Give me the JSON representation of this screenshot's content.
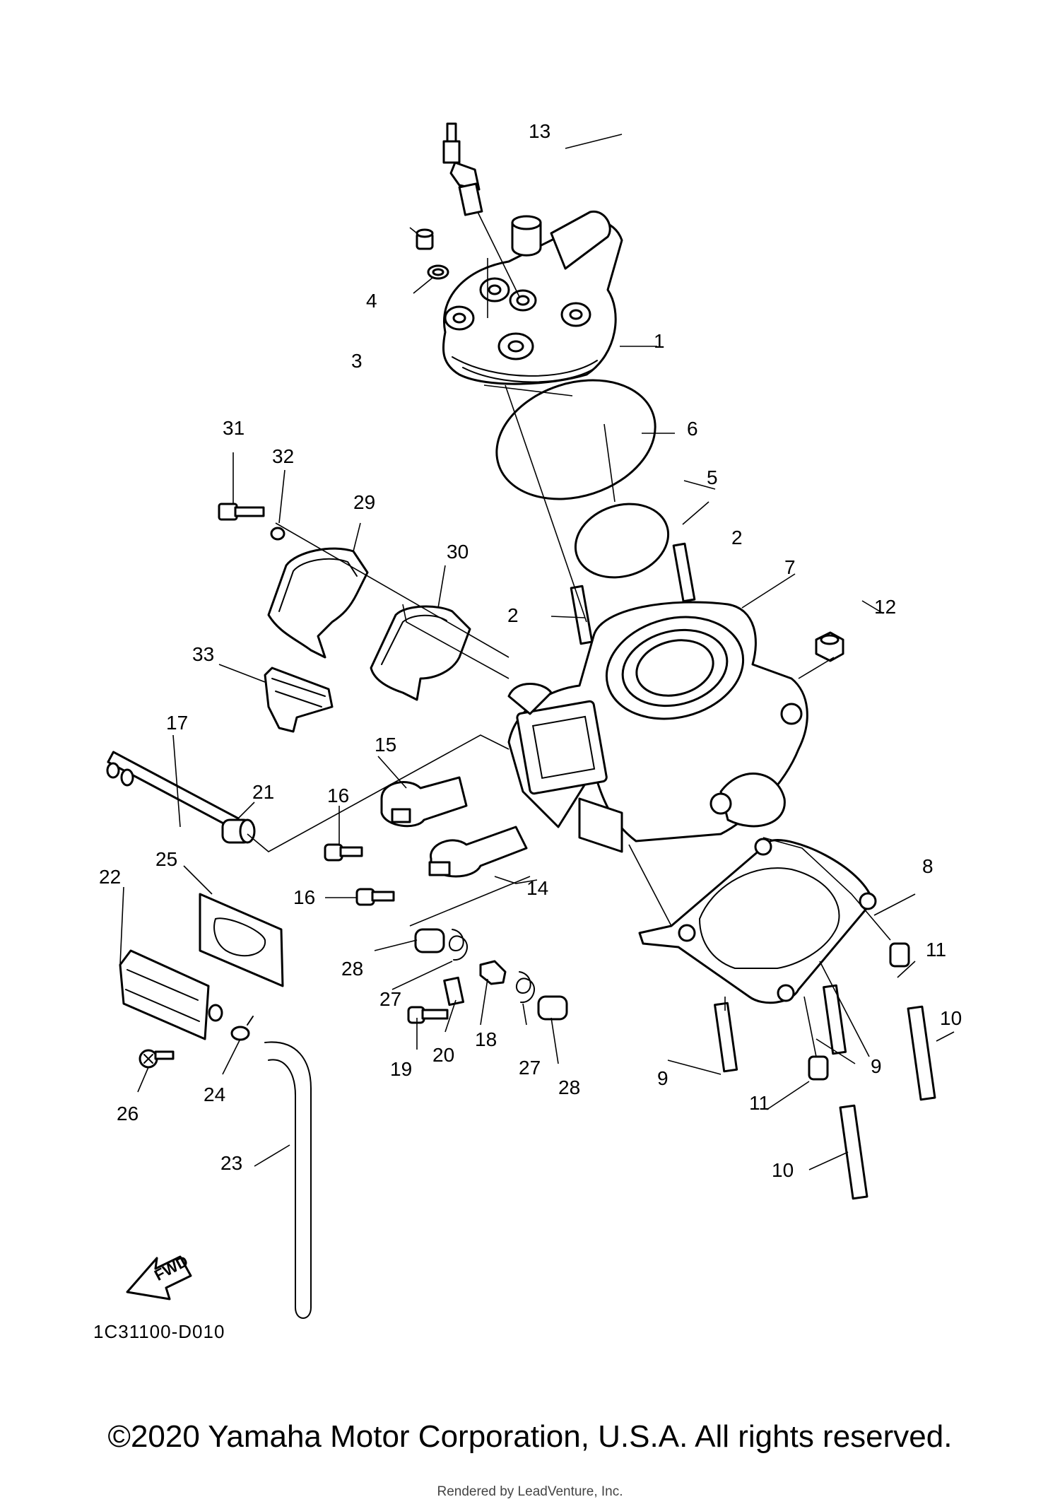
{
  "diagram": {
    "callouts": [
      "1",
      "2",
      "2",
      "3",
      "4",
      "5",
      "6",
      "7",
      "8",
      "9",
      "9",
      "10",
      "10",
      "11",
      "11",
      "12",
      "13",
      "14",
      "15",
      "16",
      "16",
      "17",
      "18",
      "19",
      "20",
      "21",
      "22",
      "23",
      "24",
      "25",
      "26",
      "27",
      "27",
      "28",
      "28",
      "29",
      "30",
      "31",
      "32",
      "33"
    ],
    "part_code": "1C31100-D010",
    "fwd_label": "FWD"
  },
  "footer": {
    "copyright": "©2020 Yamaha Motor Corporation, U.S.A. All rights reserved.",
    "rendered_by": "Rendered by LeadVenture, Inc."
  }
}
